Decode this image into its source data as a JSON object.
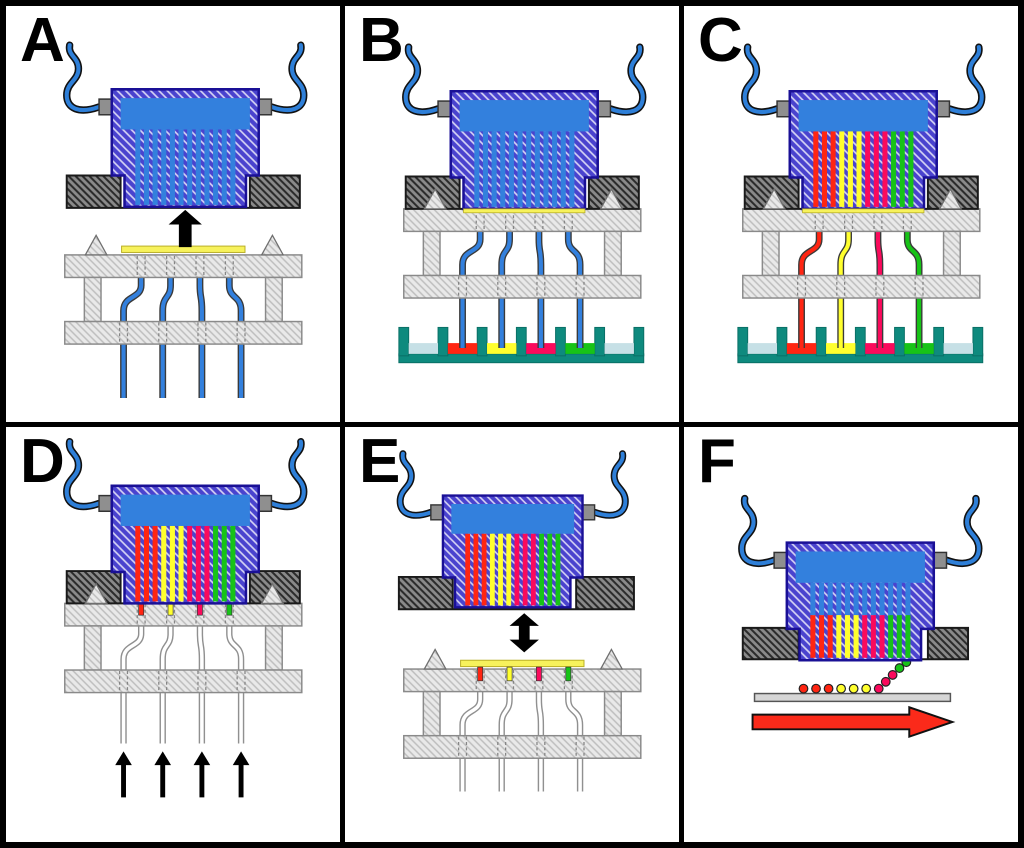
{
  "figure": {
    "panel_labels": [
      "A",
      "B",
      "C",
      "D",
      "E",
      "F"
    ]
  },
  "colors": {
    "device_body": "#4a43ce",
    "device_hatch_line": "#ffffff",
    "device_outline": "#1a1096",
    "liquid_blue": "#3380dd",
    "tube_blue": "#2e7fd8",
    "connector_gray": "#8f8f8f",
    "holder_gray": "#8a8a8a",
    "holder_hatch": "#2b2b2b",
    "stand_gray": "#e9e9e9",
    "stand_hatch": "#bdbdbd",
    "strip_yellow": "#f7f25c",
    "well_teal": "#0e8a7e",
    "well_water": "#c6e0e6",
    "red": "#ff2512",
    "yellow": "#ffff2e",
    "magenta": "#fa0a5c",
    "green": "#17c317",
    "substrate_gray": "#d6d6d6",
    "arrow_red": "#fb2a1a",
    "arrow_black": "#000000",
    "empty_tube_white": "#ffffff"
  },
  "panels": [
    {
      "label": "A",
      "channels": "blue",
      "tubes": [
        "blue",
        "blue",
        "blue",
        "blue"
      ]
    },
    {
      "label": "B",
      "channels": "blue",
      "tubes": [
        "blue",
        "blue",
        "blue",
        "blue"
      ],
      "wells": [
        "lightblue",
        "red",
        "yellow",
        "magenta",
        "green",
        "lightblue"
      ]
    },
    {
      "label": "C",
      "channels": [
        "red",
        "red",
        "red",
        "yellow",
        "yellow",
        "yellow",
        "magenta",
        "magenta",
        "magenta",
        "green",
        "green",
        "green"
      ],
      "tubes": [
        "red",
        "yellow",
        "magenta",
        "green"
      ],
      "wells": [
        "lightblue",
        "red",
        "yellow",
        "magenta",
        "green",
        "lightblue"
      ]
    },
    {
      "label": "D",
      "channels": [
        "red",
        "red",
        "red",
        "yellow",
        "yellow",
        "yellow",
        "magenta",
        "magenta",
        "magenta",
        "green",
        "green",
        "green"
      ],
      "tubes": [
        "empty",
        "empty",
        "empty",
        "empty"
      ],
      "tube_tips": [
        "red",
        "yellow",
        "magenta",
        "green"
      ]
    },
    {
      "label": "E",
      "channels": [
        "red",
        "red",
        "red",
        "yellow",
        "yellow",
        "yellow",
        "magenta",
        "magenta",
        "magenta",
        "green",
        "green",
        "green"
      ],
      "tubes": [
        "empty",
        "empty",
        "empty",
        "empty"
      ],
      "tube_tips": [
        "red",
        "yellow",
        "magenta",
        "green"
      ]
    },
    {
      "label": "F",
      "channels_upper": "blue",
      "channels_lower": [
        "red",
        "red",
        "red",
        "yellow",
        "yellow",
        "yellow",
        "magenta",
        "magenta",
        "magenta",
        "green",
        "green",
        "green"
      ],
      "droplet_row": [
        "red",
        "red",
        "red",
        "yellow",
        "yellow",
        "yellow",
        "magenta"
      ],
      "droplet_trail": [
        "magenta",
        "magenta",
        "green",
        "green",
        "green"
      ]
    }
  ]
}
